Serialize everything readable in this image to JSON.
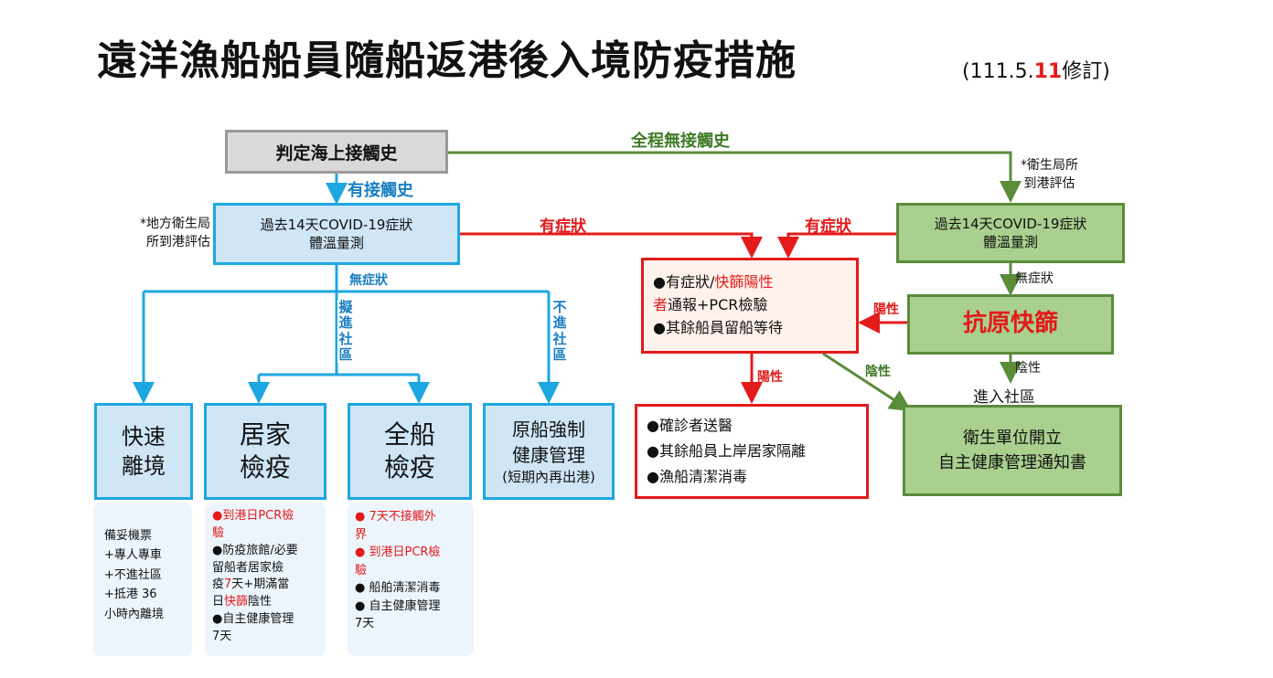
{
  "title": "遠洋漁船船員隨船返港後入境防疫措施",
  "revision": {
    "open": "(111.5.",
    "day": "11",
    "close": "修訂)"
  },
  "colors": {
    "blue": "#1da7e1",
    "green": "#5b8c3a",
    "red": "#e31b1b",
    "gray": "#9a9a9a"
  },
  "nodes": {
    "start": "判定海上接觸史",
    "contact_label": "有接觸史",
    "no_contact_label": "全程無接觸史",
    "left_note_line1": "*地方衛生局",
    "left_note_line2": "所到港評估",
    "right_note_line1": "*衛生局所",
    "right_note_line2": "到港評估",
    "blue_measure_line1": "過去14天COVID-19症狀",
    "blue_measure_line2": "體溫量測",
    "green_measure_line1": "過去14天COVID-19症狀",
    "green_measure_line2": "體溫量測",
    "symptom_label_left": "有症狀",
    "symptom_label_right": "有症狀",
    "no_symptom_blue": "無症狀",
    "no_symptom_green": "無症狀",
    "enter_community_v": [
      "擬",
      "進",
      "社",
      "區"
    ],
    "no_enter_community_v": [
      "不",
      "進",
      "社",
      "區"
    ],
    "red_box": {
      "line1a": "●有症狀/",
      "line1b": "快篩陽性",
      "line2a": "者",
      "line2b": "通報+PCR檢驗",
      "line3": "●其餘船員留船等待"
    },
    "positive_label_down": "陽性",
    "positive_label_left": "陽性",
    "negative_label_diag": "陰性",
    "negative_label_green": "陰性",
    "enter_community": "進入社區",
    "antigen": "抗原快篩",
    "red_box2": [
      "●確診者送醫",
      "●其餘船員上岸居家隔離",
      "●漁船清潔消毒"
    ],
    "green_final_line1": "衛生單位開立",
    "green_final_line2": "自主健康管理通知書"
  },
  "categories": [
    {
      "line1": "快速",
      "line2": "離境"
    },
    {
      "line1": "居家",
      "line2": "檢疫"
    },
    {
      "line1": "全船",
      "line2": "檢疫"
    },
    {
      "line1": "原船強制",
      "line2": "健康管理",
      "sub": "(短期內再出港)"
    }
  ],
  "panels": {
    "quick": [
      "備妥機票",
      "+專人專車",
      "+不進社區",
      "+抵港 36",
      "小時內離境"
    ],
    "home": {
      "l1": "●到港日PCR檢",
      "l2": "驗",
      "l3": "●防疫旅館/必要",
      "l4": "留船者居家檢",
      "l5a": "疫",
      "l5b": "7",
      "l5c": "天+期滿當",
      "l6a": "日",
      "l6b": "快篩",
      "l6c": "陰性",
      "l7": "●自主健康管理",
      "l8": "7天"
    },
    "ship": {
      "l1": "● 7天不接觸外",
      "l2": "界",
      "l3": "● 到港日PCR檢",
      "l4": "驗",
      "l5": "● 船舶清潔消毒",
      "l6": "● 自主健康管理",
      "l7": "7天"
    }
  }
}
